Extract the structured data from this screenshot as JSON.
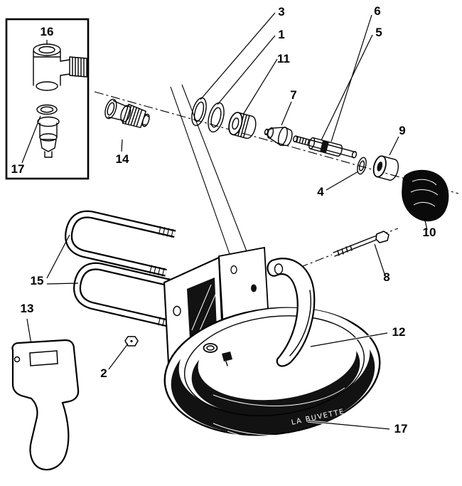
{
  "diagram": {
    "type": "exploded-parts-diagram",
    "brand_text": "LA BUVETTE",
    "colors": {
      "ink": "#000000",
      "paper": "#ffffff"
    },
    "callouts": {
      "k1": "1",
      "k2": "2",
      "k3": "3",
      "k4": "4",
      "k5": "5",
      "k6": "6",
      "k7": "7",
      "k8": "8",
      "k9": "9",
      "k10": "10",
      "k11": "11",
      "k12": "12",
      "k13": "13",
      "k14": "14",
      "k15": "15",
      "k16": "16",
      "k17_inset": "17",
      "k17_bowl": "17"
    }
  }
}
